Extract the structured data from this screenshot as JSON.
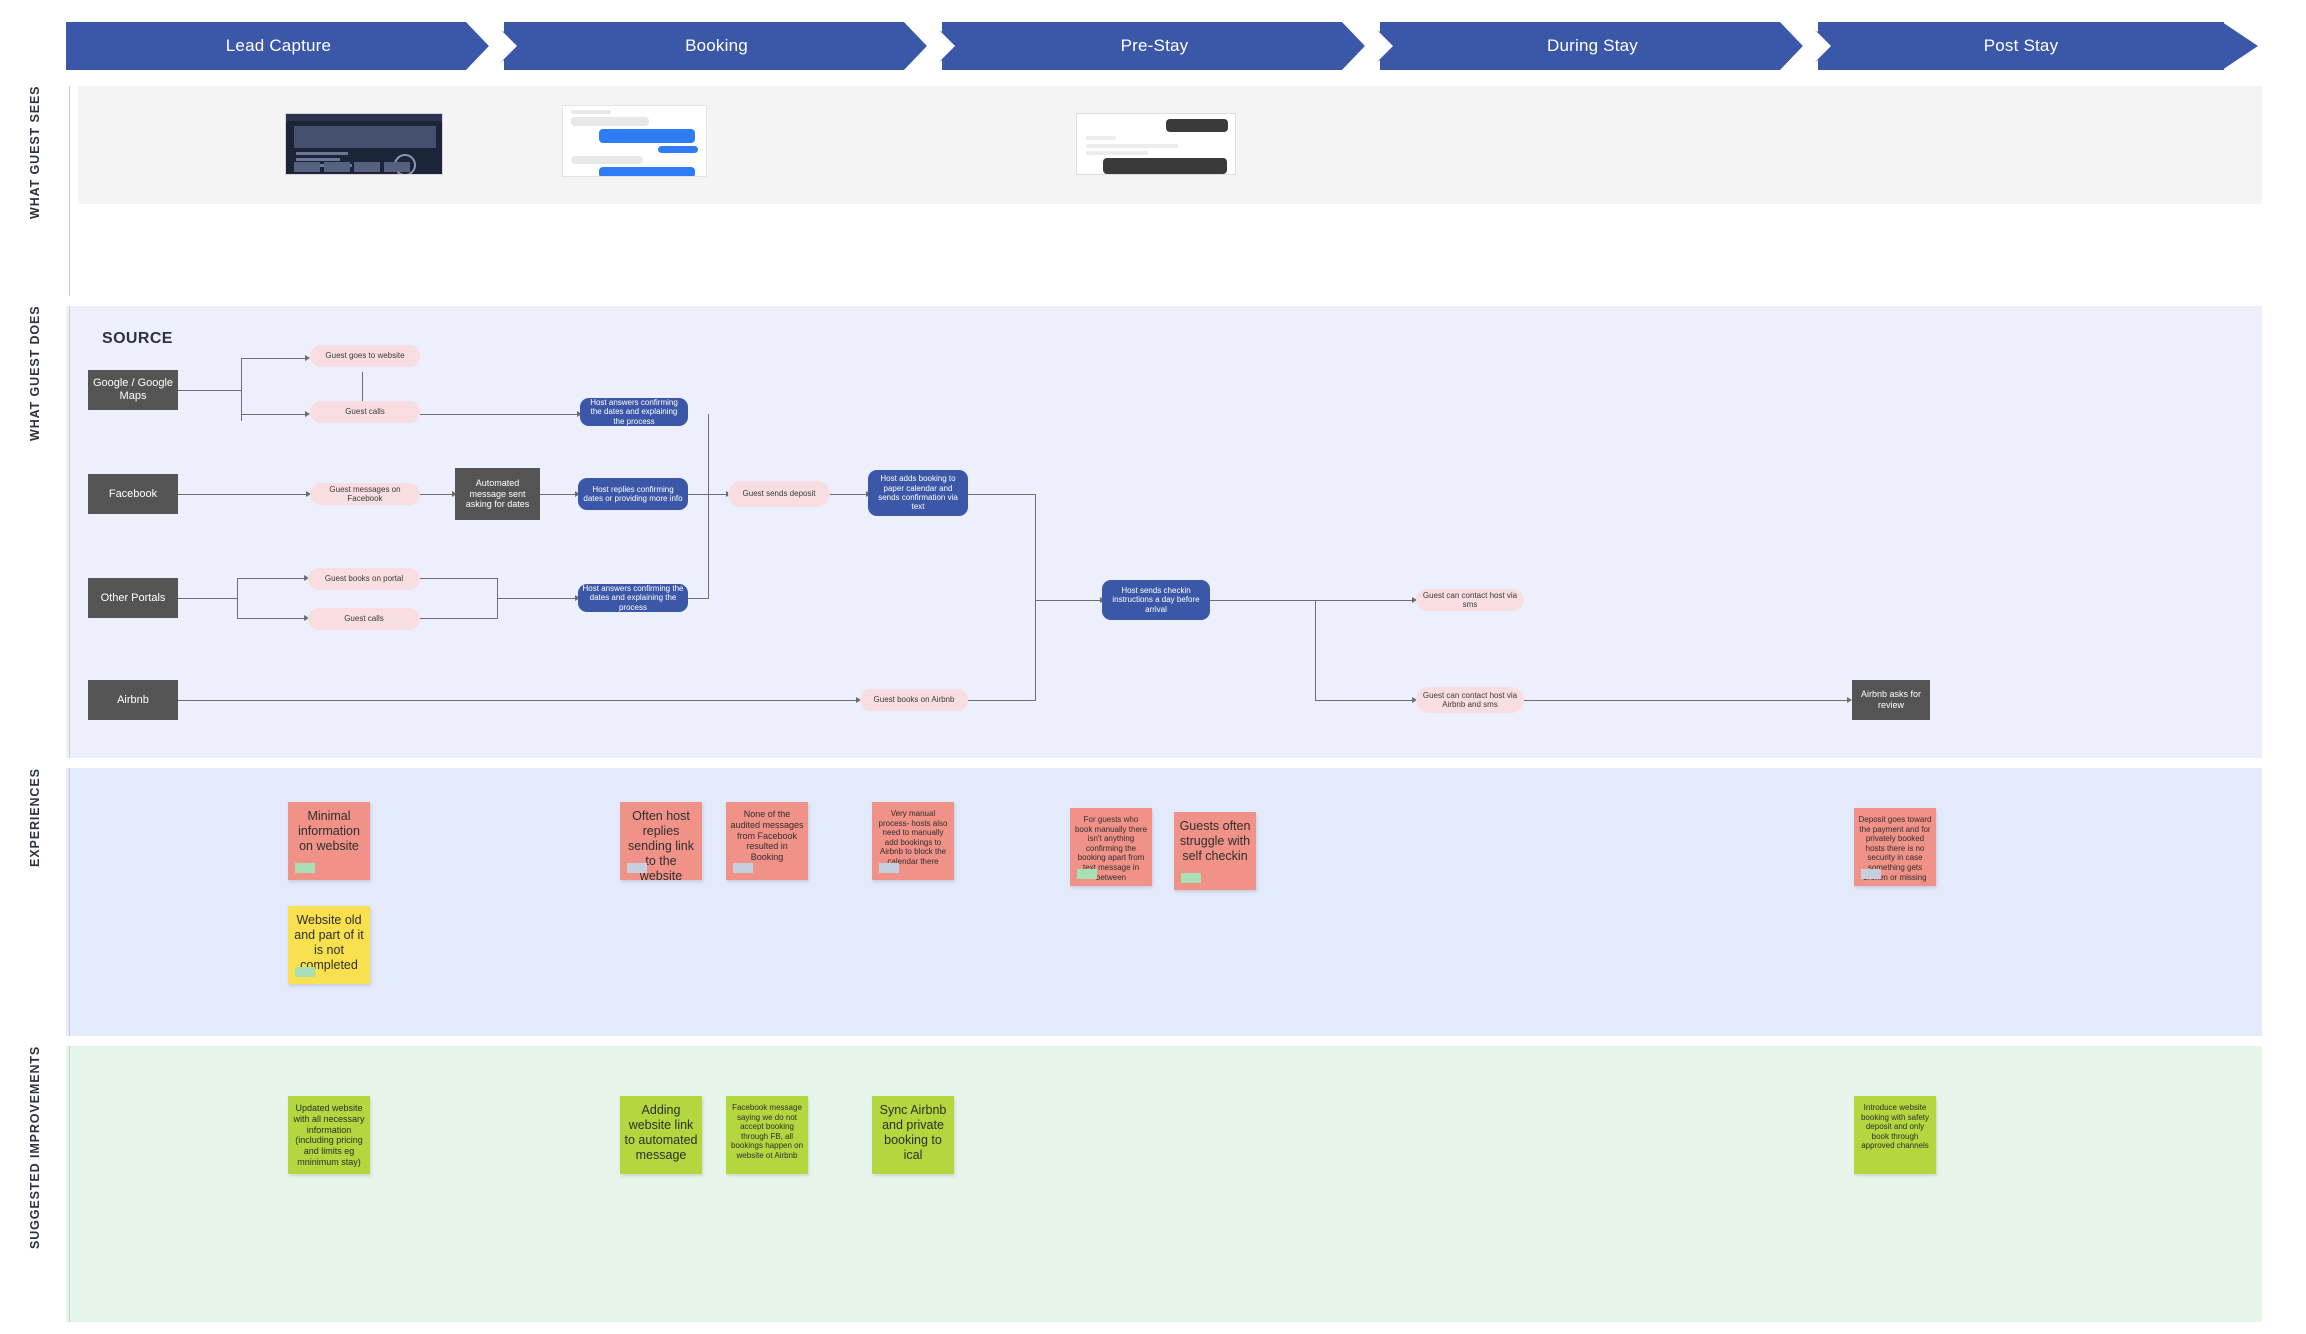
{
  "phases": [
    {
      "label": "Lead Capture"
    },
    {
      "label": "Booking"
    },
    {
      "label": "Pre-Stay"
    },
    {
      "label": "During Stay"
    },
    {
      "label": "Post Stay"
    }
  ],
  "rows": {
    "sees": "WHAT GUEST SEES",
    "does": "WHAT GUEST DOES",
    "experiences": "EXPERIENCES",
    "improvements": "SUGGESTED IMPROVEMENTS"
  },
  "flow": {
    "source_heading": "SOURCE",
    "sources": [
      {
        "label": "Google / Google Maps"
      },
      {
        "label": "Facebook"
      },
      {
        "label": "Other Portals"
      },
      {
        "label": "Airbnb"
      }
    ],
    "steps": [
      {
        "label": "Guest goes to website"
      },
      {
        "label": "Guest calls"
      },
      {
        "label": "Guest messages on Facebook"
      },
      {
        "label": "Automated message sent asking for dates"
      },
      {
        "label": "Host answers confirming the dates and explaining the process"
      },
      {
        "label": "Host replies confirming dates or providing more info"
      },
      {
        "label": "Guest sends deposit"
      },
      {
        "label": "Host adds booking to paper calendar and sends confirmation via text"
      },
      {
        "label": "Guest books on portal"
      },
      {
        "label": "Guest calls"
      },
      {
        "label": "Host answers confirming the dates and explaining the process"
      },
      {
        "label": "Guest books on Airbnb"
      },
      {
        "label": "Host sends checkin instructions a day before arrival"
      },
      {
        "label": "Guest can contact host via sms"
      },
      {
        "label": "Guest can contact host via Airbnb and sms"
      },
      {
        "label": "Airbnb asks for review"
      }
    ]
  },
  "experiences": [
    {
      "text": "Minimal information on website",
      "color": "red",
      "tag": "green",
      "size": "fs12"
    },
    {
      "text": "Website old and part of it is not completed",
      "color": "yel",
      "tag": "green",
      "size": "fs12"
    },
    {
      "text": "Often host replies sending link to the website",
      "color": "red",
      "tag": "blue",
      "size": "fs12"
    },
    {
      "text": "None of the audited messages from Facebook resulted in Booking",
      "color": "red",
      "tag": "blue",
      "size": "fs9"
    },
    {
      "text": "Very manual process- hosts also need to manually add bookings to Airbnb to block the calendar there",
      "color": "red",
      "tag": "blue",
      "size": "fs8"
    },
    {
      "text": "For guests who book manually there isn't anything confirming the booking apart from text message in between",
      "color": "red",
      "tag": "green",
      "size": "fs8"
    },
    {
      "text": "Guests often struggle with self checkin",
      "color": "red",
      "tag": "green",
      "size": "fs12"
    },
    {
      "text": "Deposit goes toward the payment and for privately booked hosts there is no security in case something gets broken or missing",
      "color": "red",
      "tag": "blue",
      "size": "fs8"
    }
  ],
  "improvements": [
    {
      "text": "Updated website with all necessary information (including pricing and limits eg mninimum stay)",
      "size": "fs9"
    },
    {
      "text": "Adding website link to automated message",
      "size": "fs12"
    },
    {
      "text": "Facebook message saying we do not accept booking through FB, all bookings happen on website ot Airbnb",
      "size": "fs8"
    },
    {
      "text": "Sync Airbnb and private booking to ical",
      "size": "fs12"
    },
    {
      "text": "Introduce website booking with safety deposit and only book through approved channels",
      "size": "fs8"
    }
  ]
}
